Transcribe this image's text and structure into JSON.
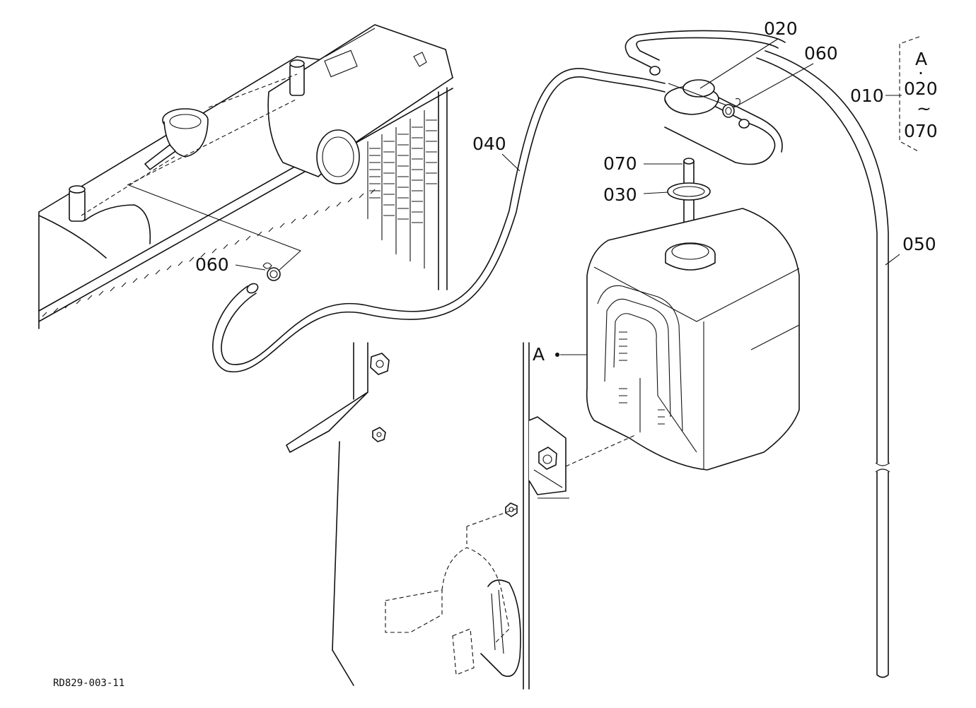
{
  "drawing": {
    "code": "RD829-003-11",
    "labels": {
      "p010": "010",
      "p020": "020",
      "p030": "030",
      "p040": "040",
      "p050": "050",
      "p060_top": "060",
      "p060_left": "060",
      "p070": "070",
      "ref_A": "A"
    },
    "kit": {
      "head": "A",
      "dot": "·",
      "from": "020",
      "tilde": "~",
      "to": "070"
    }
  }
}
